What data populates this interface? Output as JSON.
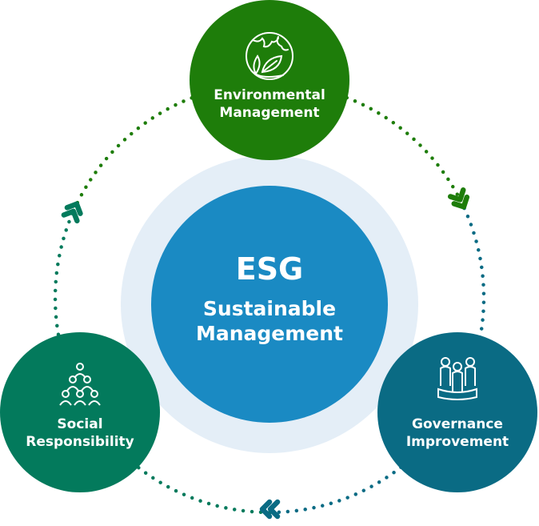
{
  "center": {
    "title": "ESG",
    "line1": "Sustainable",
    "line2": "Management"
  },
  "nodes": [
    {
      "line1": "Environmental",
      "line2": "Management",
      "icon": "globe-leaf-icon",
      "color": "#1e7d0a"
    },
    {
      "line1": "Governance",
      "line2": "Improvement",
      "icon": "board-people-icon",
      "color": "#0a6b84"
    },
    {
      "line1": "Social",
      "line2": "Responsibility",
      "icon": "people-pyramid-icon",
      "color": "#037a5c"
    }
  ],
  "colors": {
    "center": "#1a8ac3",
    "halo": "#e4eef7"
  }
}
